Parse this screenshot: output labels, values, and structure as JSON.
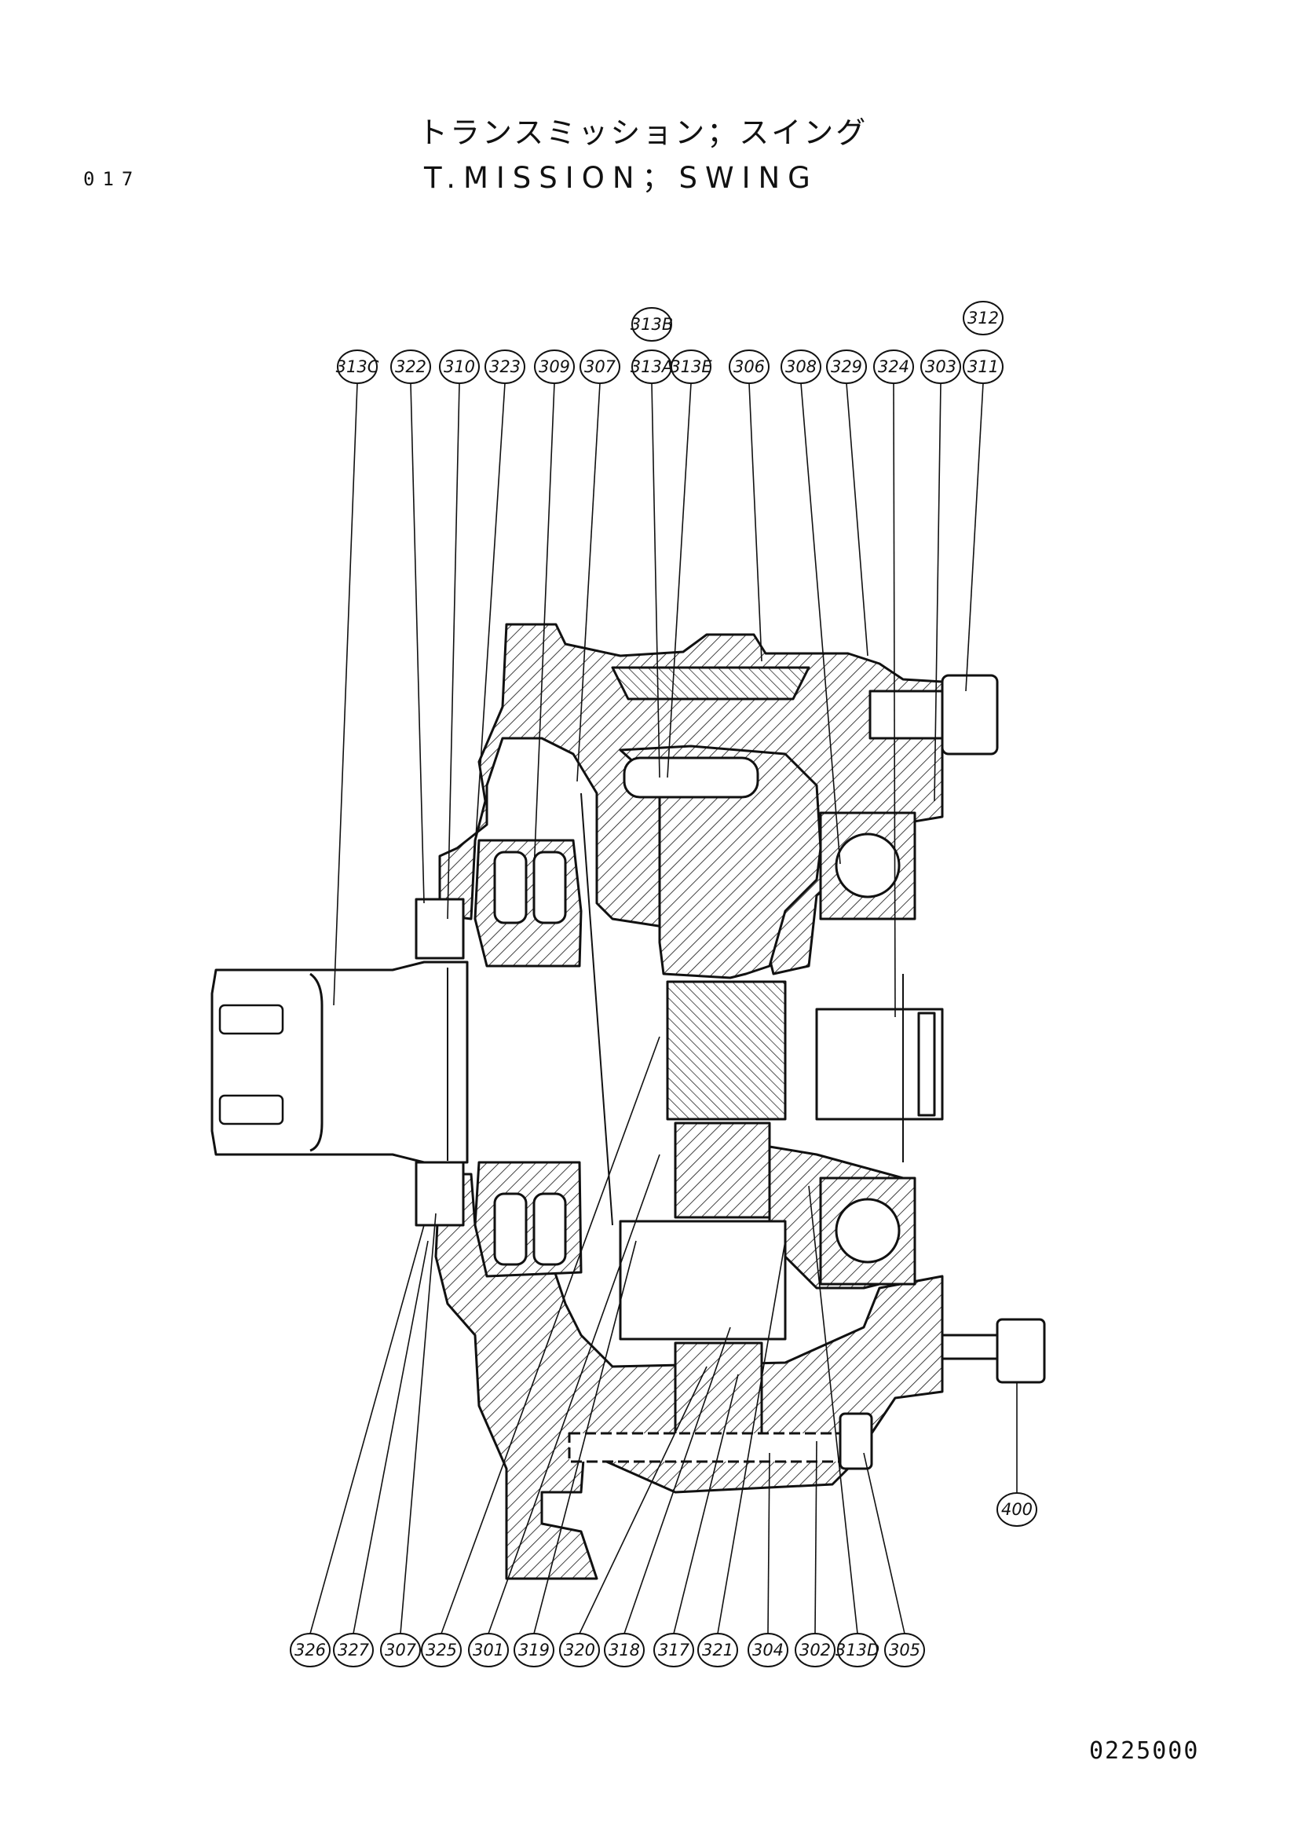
{
  "header": {
    "page_number": "017",
    "title_jp": "トランスミッション；スイング",
    "title_en": "T.MISSION；SWING"
  },
  "footer": {
    "document_code": "0225000"
  },
  "colors": {
    "ink": "#111111",
    "paper": "#ffffff"
  },
  "callouts": {
    "c313B": "313B",
    "c312": "312",
    "c313C": "313C",
    "c322": "322",
    "c310": "310",
    "c323": "323",
    "c309": "309",
    "c307_top": "307",
    "c313A": "313A",
    "c313E": "313E",
    "c306": "306",
    "c308": "308",
    "c329": "329",
    "c324": "324",
    "c303": "303",
    "c311": "311",
    "c400": "400",
    "c326": "326",
    "c327": "327",
    "c307_bottom": "307",
    "c325": "325",
    "c301": "301",
    "c319": "319",
    "c320": "320",
    "c318": "318",
    "c317": "317",
    "c321": "321",
    "c304": "304",
    "c302": "302",
    "c313D": "313D",
    "c305": "305"
  }
}
